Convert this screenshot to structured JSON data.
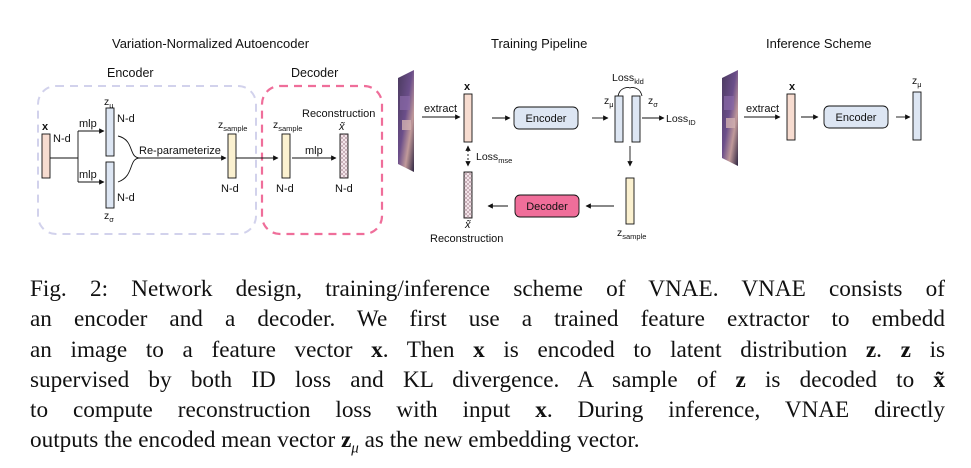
{
  "colors": {
    "input_vector": "#f7dcd0",
    "mu_vector": "#dde6f3",
    "sample_vector": "#fbf1d0",
    "encoder_box": "#dde6f3",
    "decoder_box": "#f06e9a",
    "encoder_group": "#d8d8ee",
    "decoder_group": "#f06e9a"
  },
  "architecture": {
    "title": "Variation-Normalized Autoencoder",
    "encoder_label": "Encoder",
    "decoder_label": "Decoder",
    "x_label": "x",
    "x_dim": "N-d",
    "mlp_top": "mlp",
    "mlp_bottom": "mlp",
    "mlp_dec": "mlp",
    "z_mu": "z",
    "z_mu_sub": "μ",
    "z_mu_dim": "N-d",
    "z_sigma": "z",
    "z_sigma_sub": "σ",
    "z_sigma_dim": "N-d",
    "reparam": "Re-parameterize",
    "z_sample": "z",
    "z_sample_sub": "sample",
    "z_sample_dim": "N-d",
    "dec_z_sample": "z",
    "dec_z_sample_sub": "sample",
    "dec_z_sample_dim": "N-d",
    "reconstruction": "Reconstruction",
    "xhat": "x̃",
    "xhat_dim": "N-d"
  },
  "training": {
    "title": "Training Pipeline",
    "extract": "extract",
    "x_label": "x",
    "encoder": "Encoder",
    "loss_kld": "Loss",
    "loss_kld_sub": "kld",
    "z_mu": "z",
    "z_mu_sub": "μ",
    "z_sigma": "z",
    "z_sigma_sub": "σ",
    "loss_id": "Loss",
    "loss_id_sub": "ID",
    "loss_mse": "Loss",
    "loss_mse_sub": "mse",
    "decoder": "Decoder",
    "z_sample": "z",
    "z_sample_sub": "sample",
    "xhat": "x̃",
    "reconstruction": "Reconstruction"
  },
  "inference": {
    "title": "Inference Scheme",
    "extract": "extract",
    "x_label": "x",
    "encoder": "Encoder",
    "z_mu": "z",
    "z_mu_sub": "μ"
  },
  "caption": {
    "l1": "Fig. 2: Network design, training/inference scheme of VNAE. VNAE consists of",
    "l2": "an encoder and a decoder. We first use a trained feature extractor to embedd",
    "l3a": "an image to a feature vector",
    "l3b": "x",
    "l3c": ". Then",
    "l3d": "x",
    "l3e": "is encoded to latent distribution",
    "l3f": "z",
    "l3g": ".",
    "l3h": "z",
    "l3i": "is",
    "l4": "supervised by both ID loss and KL divergence. A sample of",
    "l4b": "z",
    "l4c": "is decoded to",
    "l4d": "x̃",
    "l5a": "to compute reconstruction loss with input",
    "l5b": "x",
    "l5c": ". During inference, VNAE directly",
    "l6a": "outputs the encoded mean vector",
    "l6b": "z",
    "l6c": "μ",
    "l6d": "as the new embedding vector."
  }
}
